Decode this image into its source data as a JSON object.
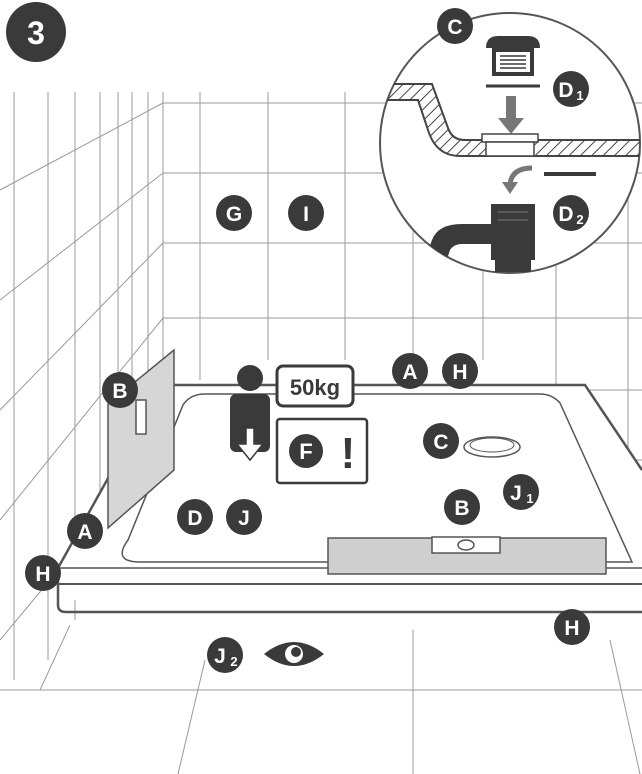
{
  "step": {
    "number": "3"
  },
  "markers": {
    "a_top": "A",
    "h_top": "H",
    "a_left": "A",
    "h_left": "H",
    "b_wall": "B",
    "b_level": "B",
    "c_callout": "C",
    "c_drain": "C",
    "d_tray": "D",
    "j_tray": "J",
    "g": "G",
    "i": "I",
    "f": "F",
    "j1": {
      "letter": "J",
      "sub": "1"
    },
    "j2": {
      "letter": "J",
      "sub": "2"
    },
    "h_front": "H",
    "d1": {
      "letter": "D",
      "sub": "1"
    },
    "d2": {
      "letter": "D",
      "sub": "2"
    }
  },
  "weight_label": "50kg",
  "warning_symbol": "!",
  "icons": [
    "person-standing-icon",
    "down-arrow-icon",
    "eye-icon",
    "spirit-level-icon",
    "drain-cover-icon",
    "drain-trap-icon"
  ],
  "colors": {
    "badge": "#3a3a3a",
    "level_fill": "#cfcfcf",
    "line": "#666666"
  }
}
